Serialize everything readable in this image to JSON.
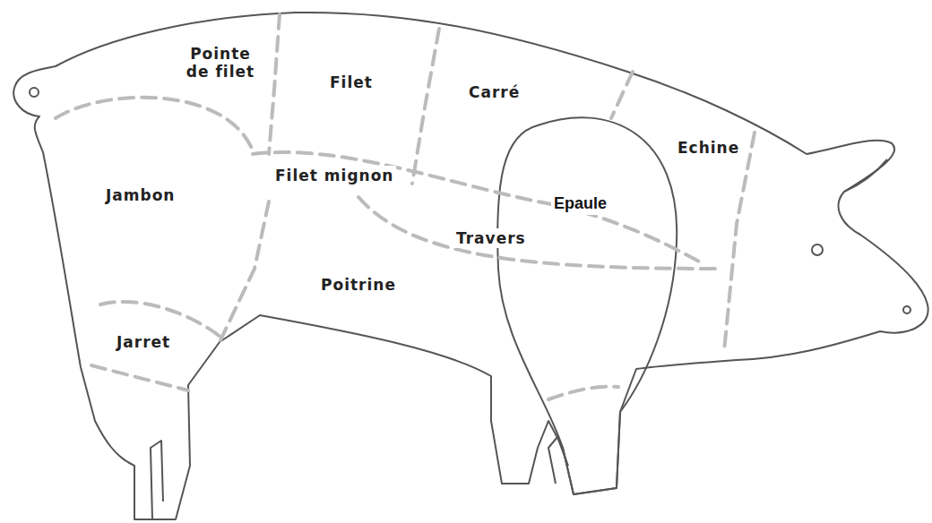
{
  "diagram": {
    "labels": [
      "Pointe de filet",
      "Filet",
      "Carré",
      "Echine",
      "Jambon",
      "Filet mignon",
      "Epaule",
      "Travers",
      "Poitrine",
      "Jarret"
    ]
  }
}
